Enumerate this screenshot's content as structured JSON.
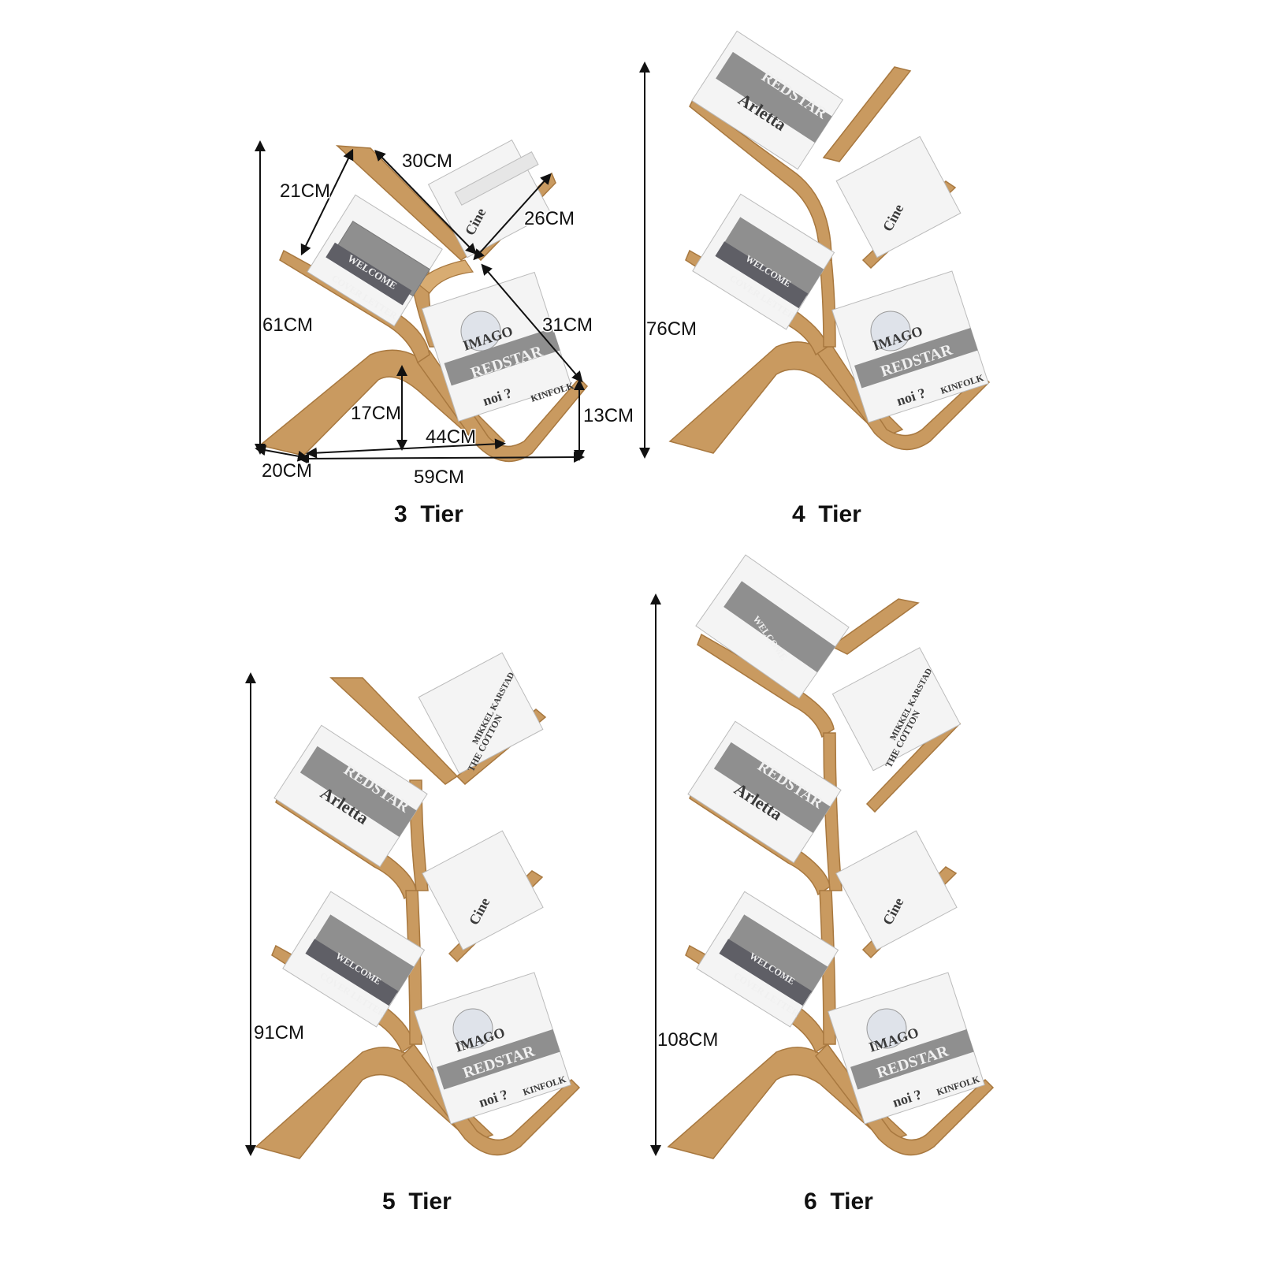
{
  "shelves": [
    {
      "label": "3  Tier",
      "dimensions": [
        "30CM",
        "21CM",
        "26CM",
        "61CM",
        "31CM",
        "17CM",
        "13CM",
        "44CM",
        "20CM",
        "59CM"
      ]
    },
    {
      "label": "4  Tier",
      "height": "76CM"
    },
    {
      "label": "5  Tier",
      "height": "91CM"
    },
    {
      "label": "6  Tier",
      "height": "108CM"
    }
  ],
  "book_spines": {
    "arletta": "Arletta",
    "redstar": "REDSTAR",
    "cine": "Cine",
    "noi": "noi ?",
    "imago": "IMAGO",
    "kinfolk": "KINFOLK",
    "welcome": "WELCOME",
    "cover_letter": "COVER LETTER",
    "the_cotton": "THE COTTON",
    "mikkel": "MIKKEL KARSTAD"
  },
  "colors": {
    "wood": "#c99a60",
    "wood_edge": "#a8783f",
    "book_white": "#f4f4f4",
    "book_grey": "#8f8f8f",
    "book_dark": "#5f5f66"
  }
}
